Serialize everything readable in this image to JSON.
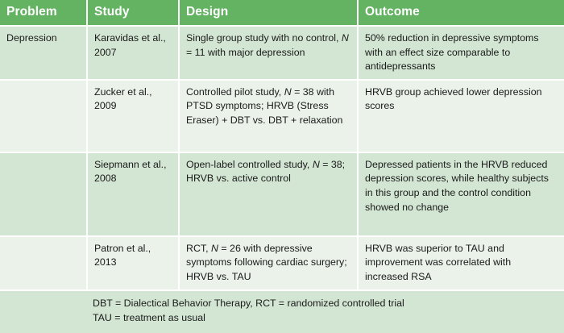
{
  "table": {
    "columns": [
      {
        "key": "problem",
        "label": "Problem"
      },
      {
        "key": "study",
        "label": "Study"
      },
      {
        "key": "design",
        "label": "Design"
      },
      {
        "key": "outcome",
        "label": "Outcome"
      }
    ],
    "rows": [
      {
        "problem": "Depression",
        "study": "Karavidas et al., 2007",
        "design_pre": "Single group study with no control, ",
        "design_sym": "N",
        "design_post": " = 11 with major depression",
        "outcome": "50% reduction in depressive symptoms with an effect size comparable to antidepressants"
      },
      {
        "problem": "",
        "study": "Zucker et al., 2009",
        "design_pre": "Controlled pilot study, ",
        "design_sym": "N",
        "design_post": " = 38 with PTSD symptoms; HRVB (Stress Eraser) + DBT vs. DBT + relaxation",
        "outcome": "HRVB group achieved lower depression scores"
      },
      {
        "problem": "",
        "study": "Siepmann et al., 2008",
        "design_pre": "Open-label controlled study, ",
        "design_sym": "N",
        "design_post": " = 38; HRVB vs. active control",
        "outcome": "Depressed patients in the HRVB reduced depression scores, while healthy subjects in this group and the control condition showed no change"
      },
      {
        "problem": "",
        "study": "Patron et al., 2013",
        "design_pre": "RCT, ",
        "design_sym": "N",
        "design_post": " = 26 with depressive symptoms following cardiac surgery; HRVB vs. TAU",
        "outcome": "HRVB was superior to TAU and improvement was correlated with increased RSA"
      }
    ],
    "footnote": {
      "line1": "DBT = Dialectical Behavior Therapy,  RCT = randomized controlled trial",
      "line2": "TAU = treatment as usual"
    },
    "colors": {
      "header_background": "#63b363",
      "header_text": "#ffffff",
      "row_shade": "#d3e6d3",
      "row_light": "#eaf2ea",
      "gridline": "#ffffff",
      "body_text": "#1a1a1a"
    }
  }
}
